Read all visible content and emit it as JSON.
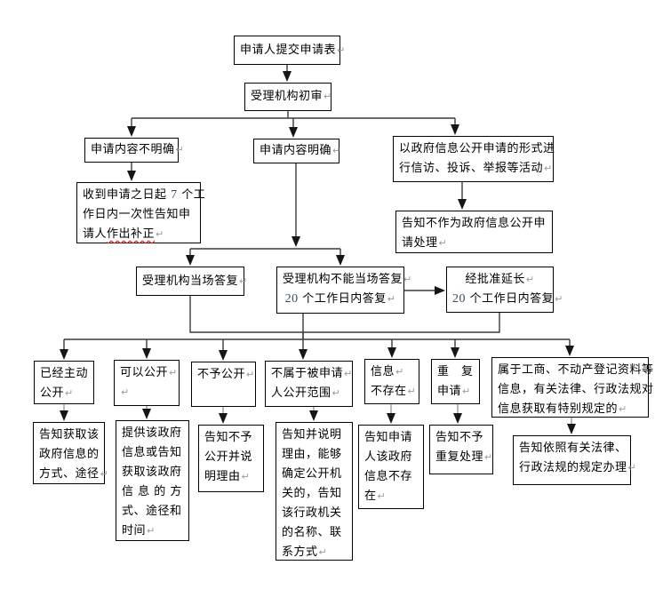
{
  "meta": {
    "diagram_type": "flowchart",
    "language": "zh-CN",
    "paragraph_mark": "↵"
  },
  "colors": {
    "background": "#ffffff",
    "box_border": "#000000",
    "box_fill": "#ffffff",
    "line": "#3a3a3a",
    "gray_line": "#9a9a9a",
    "paragraph_mark": "#9a9a9a",
    "spellcheck_underline": "#ee0000",
    "numeral": "#3c4a66"
  },
  "nodes": {
    "submit": {
      "lines": [
        "申请人提交申请表↵"
      ]
    },
    "review": {
      "lines": [
        "受理机构初审↵"
      ]
    },
    "unclear": {
      "lines": [
        "申请内容不明确↵"
      ]
    },
    "clear": {
      "lines": [
        "申请内容明确↵"
      ]
    },
    "petition": {
      "lines": [
        "以政府信息公开申请的形式进",
        "行信访、投诉、举报等活动↵"
      ]
    },
    "correction": {
      "lines": [
        "收到申请之日起 7 个工",
        "作日内一次性告知申",
        {
          "parts": [
            {
              "t": "请人"
            },
            {
              "t": "作出补正",
              "cls": "spell"
            }
          ],
          "br": true
        }
      ]
    },
    "not_treated": {
      "lines": [
        "告知不作为政府信息公开申",
        "请处理↵"
      ]
    },
    "onspot": {
      "lines": [
        "受理机构当场答复↵"
      ]
    },
    "within20": {
      "lines": [
        "受理机构不能当场答复↵",
        "20 个工作日内答复↵"
      ]
    },
    "extension": {
      "lines": [
        "经批准延长↵",
        "20 个工作日内答复↵"
      ]
    },
    "already_open": {
      "lines": [
        "已经主动",
        "公开↵"
      ]
    },
    "can_open": {
      "lines": [
        "可以公开↵",
        "↵"
      ]
    },
    "no_open": {
      "lines": [
        "不予公开↵"
      ]
    },
    "not_in_scope": {
      "lines": [
        "不属于被申请↵",
        "人公开范围↵"
      ]
    },
    "not_exist": {
      "lines": [
        "信息↵",
        "不存在↵"
      ]
    },
    "repeated": {
      "lines": [
        "重　复",
        "申请↵"
      ]
    },
    "special_rule": {
      "lines": [
        "属于工商、不动产登记资料等",
        "信息，有关法律、行政法规对",
        "信息获取有特别规定的↵"
      ]
    },
    "r_already_open": {
      "lines": [
        "告知获取该",
        "政府信息的",
        "方式、途径↵"
      ]
    },
    "r_can_open": {
      "lines": [
        "提供该政府",
        "信息或告知",
        "获取该政府",
        "信 息 的 方",
        "式、途径和",
        "时间↵"
      ]
    },
    "r_no_open": {
      "lines": [
        "告知不予",
        "公开并说",
        "明理由↵"
      ]
    },
    "r_not_in_scope": {
      "lines": [
        "告知并说明",
        "理由，能够",
        "确定公开机",
        "关的，告知",
        "该行政机关",
        "的名称、联",
        "系方式↵"
      ]
    },
    "r_not_exist": {
      "lines": [
        "告知申请",
        "人该政府",
        "信息不存",
        "在↵"
      ]
    },
    "r_repeated": {
      "lines": [
        "告知不予",
        "重复处理↵"
      ]
    },
    "r_special_rule": {
      "lines": [
        "告知依照有关法律、",
        "行政法规的规定办理↵"
      ]
    }
  }
}
